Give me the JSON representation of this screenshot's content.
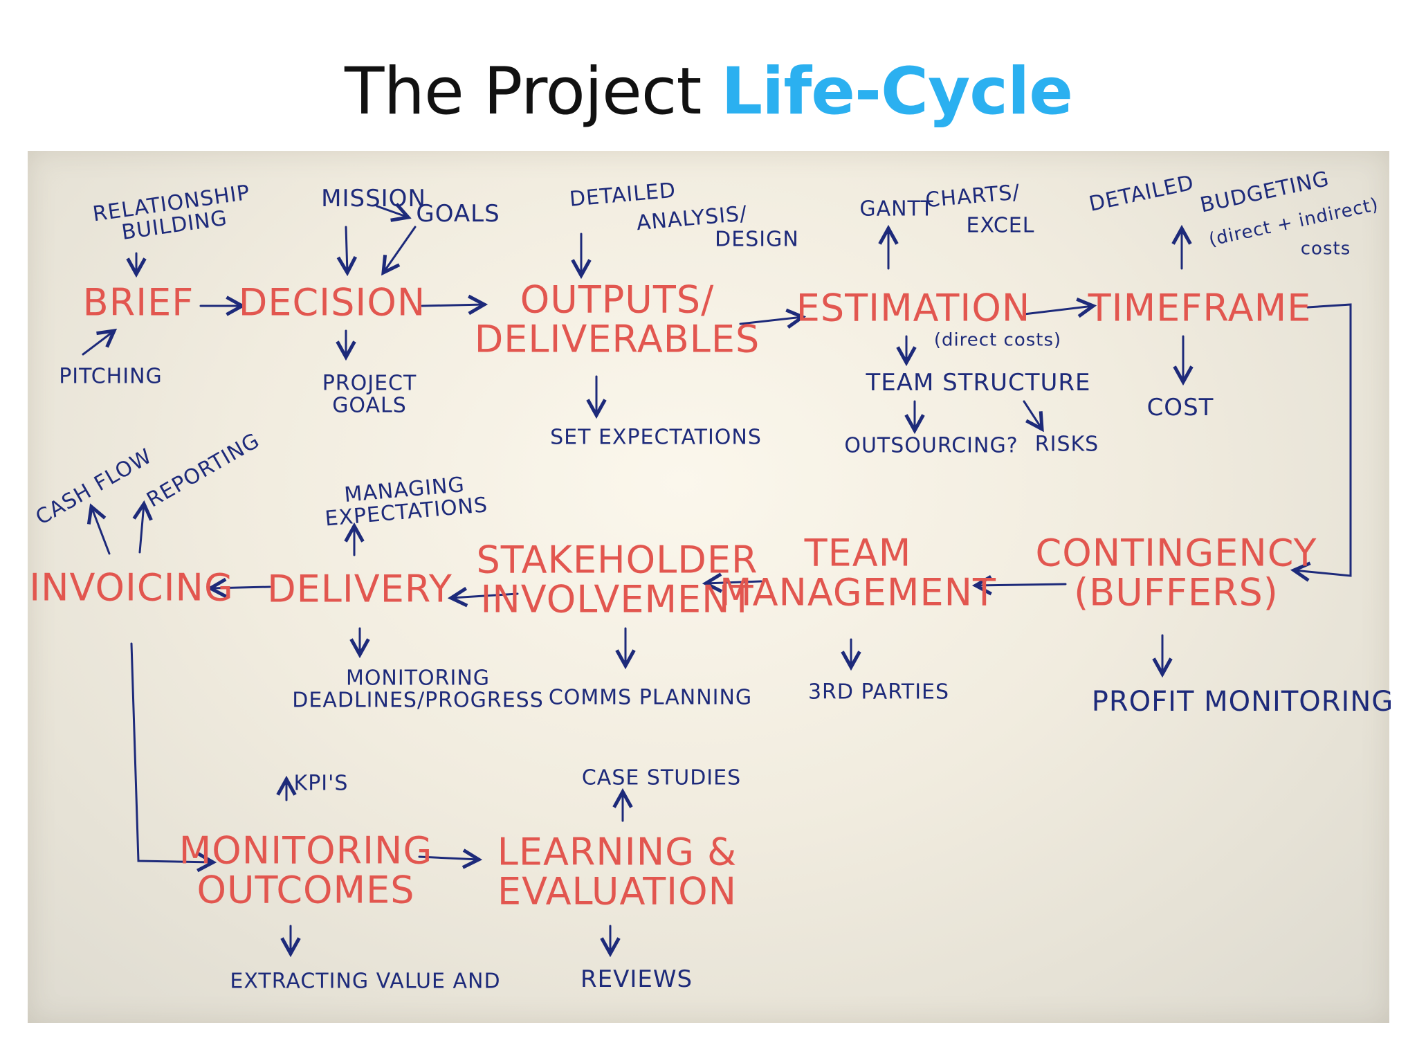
{
  "title": {
    "prefix": "The Project ",
    "highlight": "Life-Cycle"
  },
  "colors": {
    "stage_text": "#e2564f",
    "note_text": "#1d2a7a",
    "title_highlight": "#2bb0f0"
  },
  "stages": {
    "brief": "BRIEF",
    "decision": "DECISION",
    "outputs_line1": "OUTPUTS/",
    "outputs_line2": "DELIVERABLES",
    "estimation": "ESTIMATION",
    "timeframe": "TIMEFRAME",
    "contingency_line1": "CONTINGENCY",
    "contingency_line2": "(BUFFERS)",
    "team_mgmt_line1": "TEAM",
    "team_mgmt_line2": "MANAGEMENT",
    "stakeholder_line1": "STAKEHOLDER",
    "stakeholder_line2": "INVOLVEMENT",
    "delivery": "DELIVERY",
    "invoicing": "INVOICING",
    "monitoring_line1": "MONITORING",
    "monitoring_line2": "OUTCOMES",
    "learning_line1": "LEARNING &",
    "learning_line2": "EVALUATION"
  },
  "notes": {
    "relationship_line1": "RELATIONSHIP",
    "relationship_line2": "BUILDING",
    "pitching": "PITCHING",
    "mission": "MISSION",
    "goals": "GOALS",
    "project_goals_line1": "PROJECT",
    "project_goals_line2": "GOALS",
    "detailed_line1": "DETAILED",
    "detailed_line2": "ANALYSIS/",
    "detailed_line3": "DESIGN",
    "set_expectations": "SET EXPECTATIONS",
    "gantt_line1": "GANTT",
    "gantt_line2": "CHARTS/",
    "gantt_line3": "EXCEL",
    "direct_costs": "(direct costs)",
    "team_structure": "TEAM STRUCTURE",
    "outsourcing": "OUTSOURCING?",
    "risks": "RISKS",
    "budget_detailed": "DETAILED",
    "budgeting": "BUDGETING",
    "budget_costs_line1": "(direct + indirect)",
    "budget_costs_line2": "costs",
    "cost": "COST",
    "cash_flow": "CASH FLOW",
    "reporting": "REPORTING",
    "managing_line1": "MANAGING",
    "managing_line2": "EXPECTATIONS",
    "monitoring_dl_line1": "MONITORING",
    "monitoring_dl_line2": "DEADLINES/PROGRESS",
    "comms_planning": "COMMS PLANNING",
    "third_parties": "3rd PARTIES",
    "profit_monitoring": "PROFIT MONITORING",
    "kpis": "KPI'S",
    "case_studies": "CASE STUDIES",
    "extracting_value": "EXTRACTING VALUE AND",
    "reviews": "REVIEWS"
  }
}
